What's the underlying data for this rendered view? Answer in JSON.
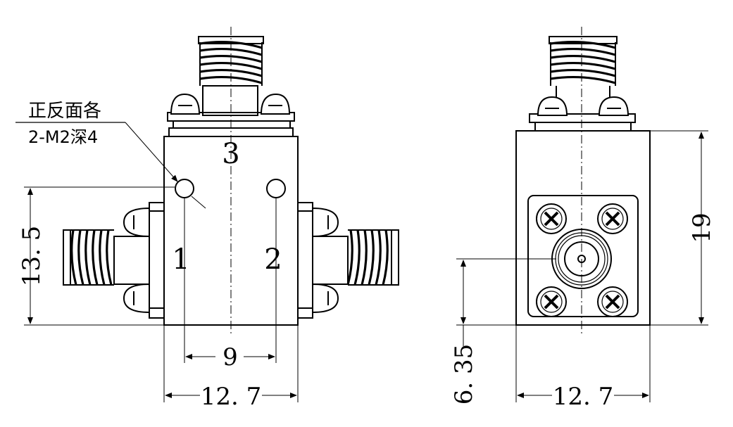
{
  "drawing": {
    "note_line1": "正反面各",
    "note_line2": "2-M2深4",
    "front_view": {
      "port_top": "3",
      "port_left": "1",
      "port_right": "2",
      "dim_height": "13. 5",
      "dim_hole_spacing": "9",
      "dim_width": "12. 7"
    },
    "side_view": {
      "dim_height": "19",
      "dim_center_height": "6. 35",
      "dim_width": "12. 7"
    }
  }
}
